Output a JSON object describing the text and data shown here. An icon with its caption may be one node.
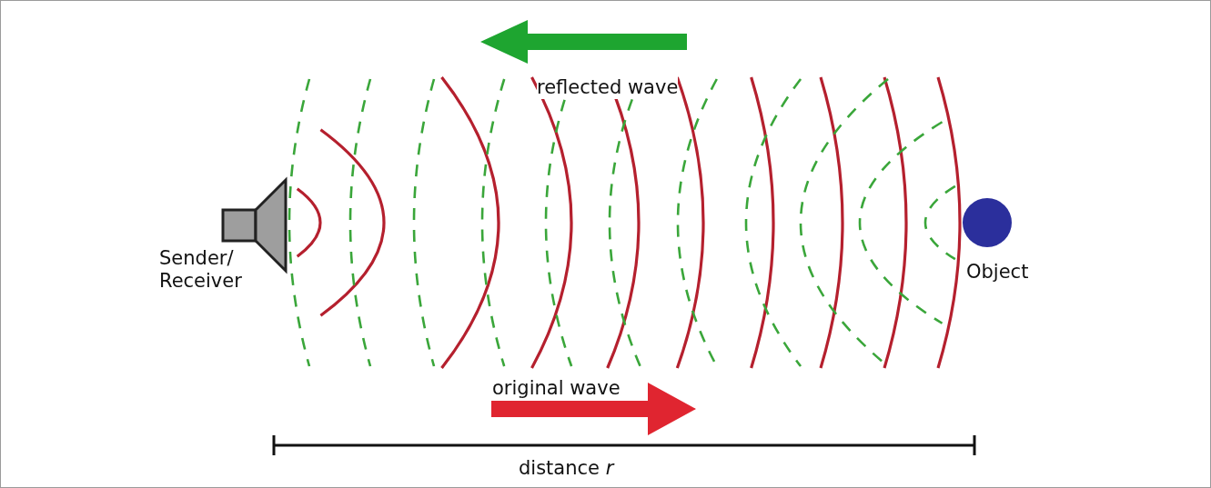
{
  "diagram": {
    "labels": [
      "reflected wave",
      "Sender/ Receiver",
      "Object",
      "original wave",
      "distance *r*"
    ]
  }
}
